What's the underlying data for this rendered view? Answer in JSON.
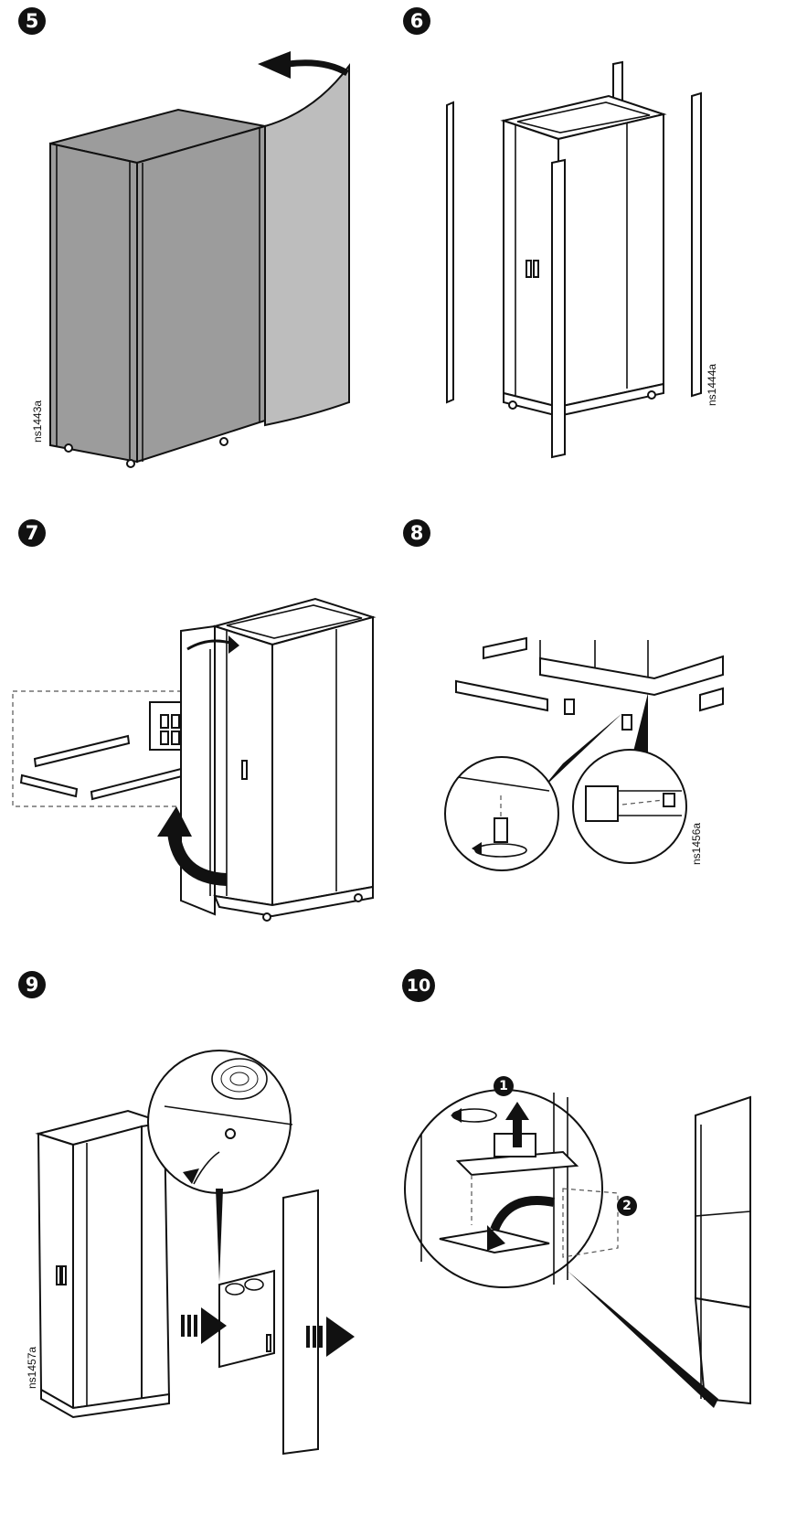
{
  "steps": [
    {
      "number": "5",
      "code": "ns1443a"
    },
    {
      "number": "6",
      "code": "ns1444a"
    },
    {
      "number": "7",
      "code": ""
    },
    {
      "number": "8",
      "code": "ns1456a"
    },
    {
      "number": "9",
      "code": "ns1457a"
    },
    {
      "number": "10",
      "code": ""
    }
  ],
  "callouts": {
    "one": "1",
    "two": "2"
  },
  "colors": {
    "panel_gray": "#9c9c9c",
    "ink": "#111111"
  }
}
